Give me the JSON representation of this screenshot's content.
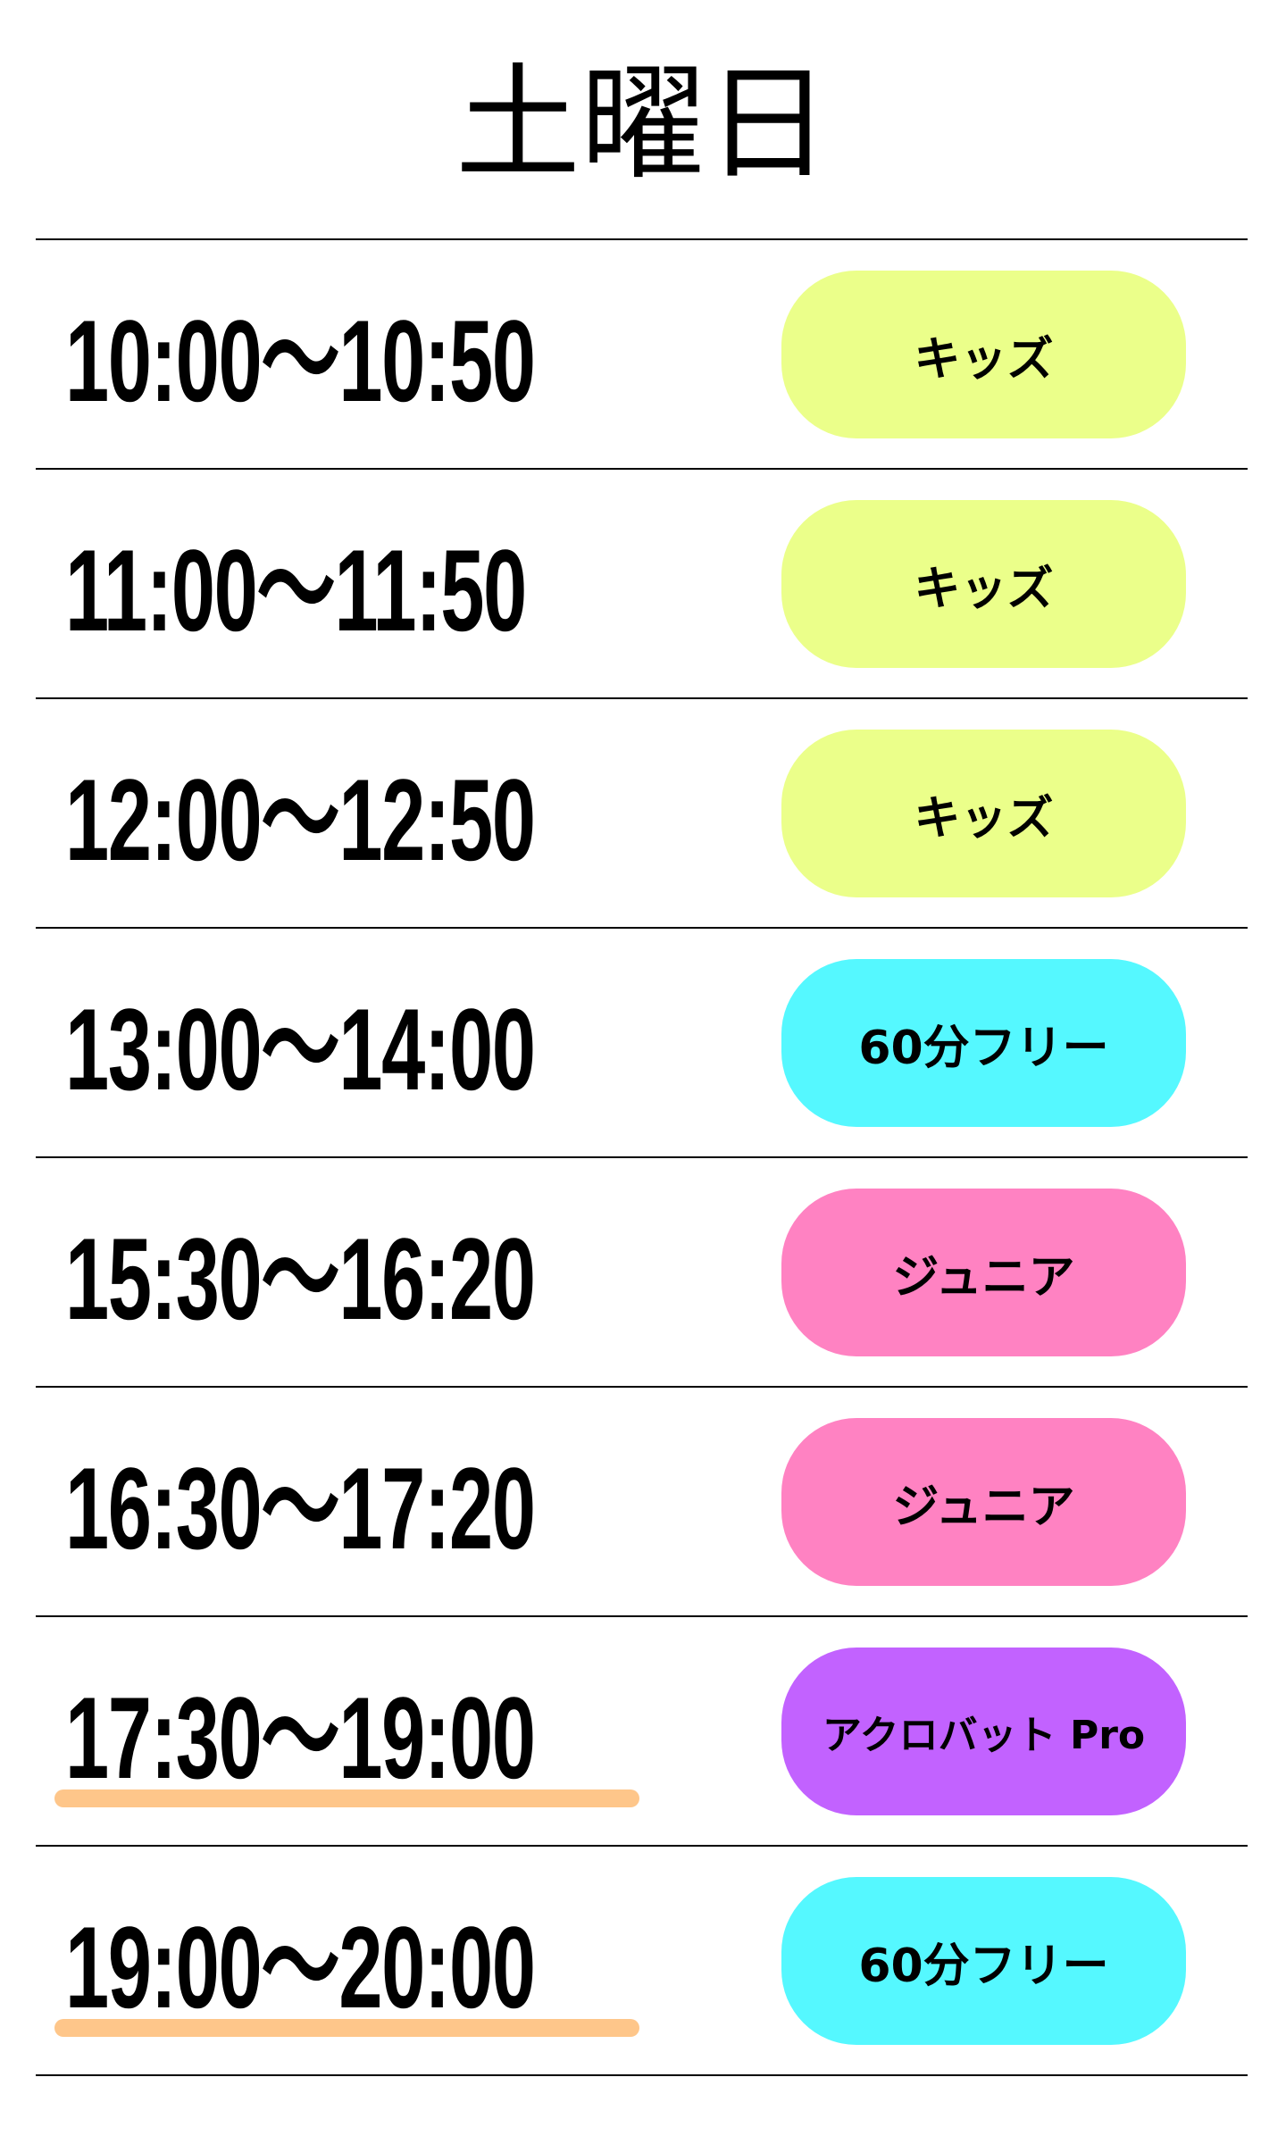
{
  "title": "土曜日",
  "colors": {
    "kids": "#ebff8a",
    "free": "#55f8ff",
    "junior": "#ff82c2",
    "acro": "#c262ff",
    "underline": "#fec68a"
  },
  "schedule": [
    {
      "time": "10:00〜10:50",
      "class": "キッズ",
      "type": "kids",
      "highlight": false
    },
    {
      "time": "11:00〜11:50",
      "class": "キッズ",
      "type": "kids",
      "highlight": false
    },
    {
      "time": "12:00〜12:50",
      "class": "キッズ",
      "type": "kids",
      "highlight": false
    },
    {
      "time": "13:00〜14:00",
      "class": "60分フリー",
      "type": "free",
      "highlight": false
    },
    {
      "time": "15:30〜16:20",
      "class": "ジュニア",
      "type": "junior",
      "highlight": false
    },
    {
      "time": "16:30〜17:20",
      "class": "ジュニア",
      "type": "junior",
      "highlight": false
    },
    {
      "time": "17:30〜19:00",
      "class": "アクロバット Pro",
      "type": "acro",
      "highlight": true
    },
    {
      "time": "19:00〜20:00",
      "class": "60分フリー",
      "type": "free",
      "highlight": true
    }
  ]
}
